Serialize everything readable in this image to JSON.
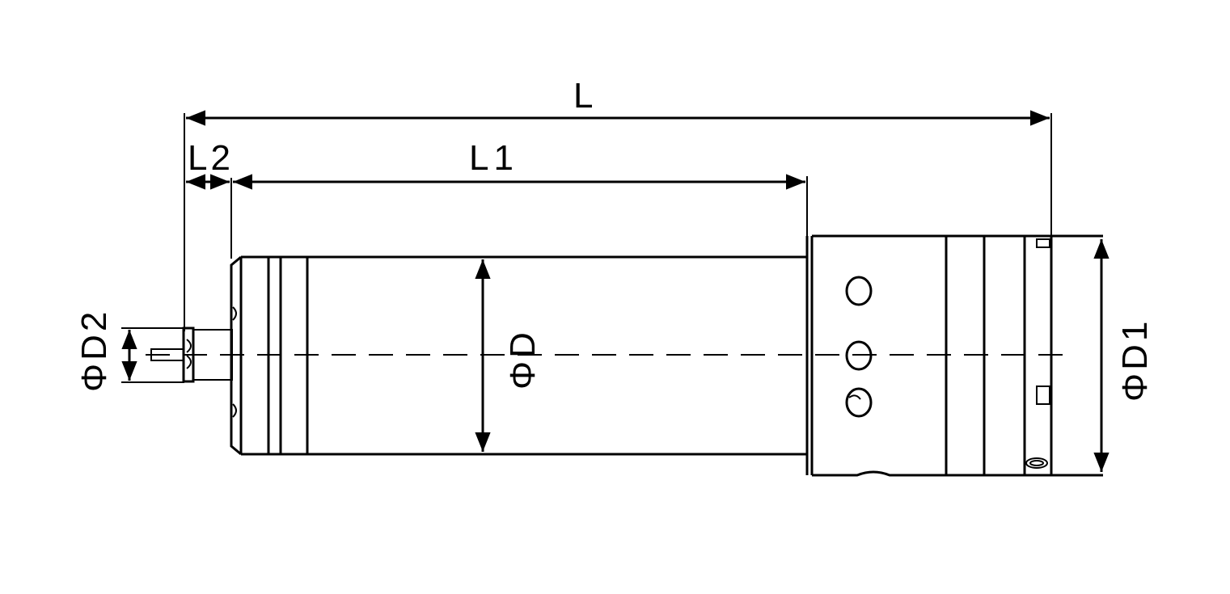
{
  "dimensions": {
    "overall_length": "L",
    "body_length": "L1",
    "shaft_length": "L2",
    "body_diameter": "ΦD",
    "rear_diameter": "ΦD1",
    "shaft_diameter": "ΦD2"
  },
  "line_color": "#000000",
  "background_color": "#ffffff"
}
